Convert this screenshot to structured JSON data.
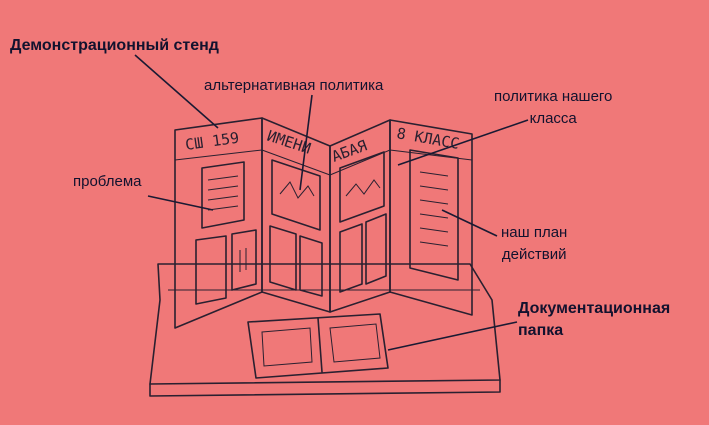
{
  "labels": {
    "display_stand": "Демонстрационный стенд",
    "alternative_policy": "альтернативная политика",
    "class_policy": "политика нашего\nкласса",
    "problem": "проблема",
    "action_plan": "наш план\nдействий",
    "documentation_folder": "Документационная\nпапка"
  },
  "colors": {
    "background": "#f07878",
    "ink": "#2a2030",
    "label_text": "#12122e"
  }
}
